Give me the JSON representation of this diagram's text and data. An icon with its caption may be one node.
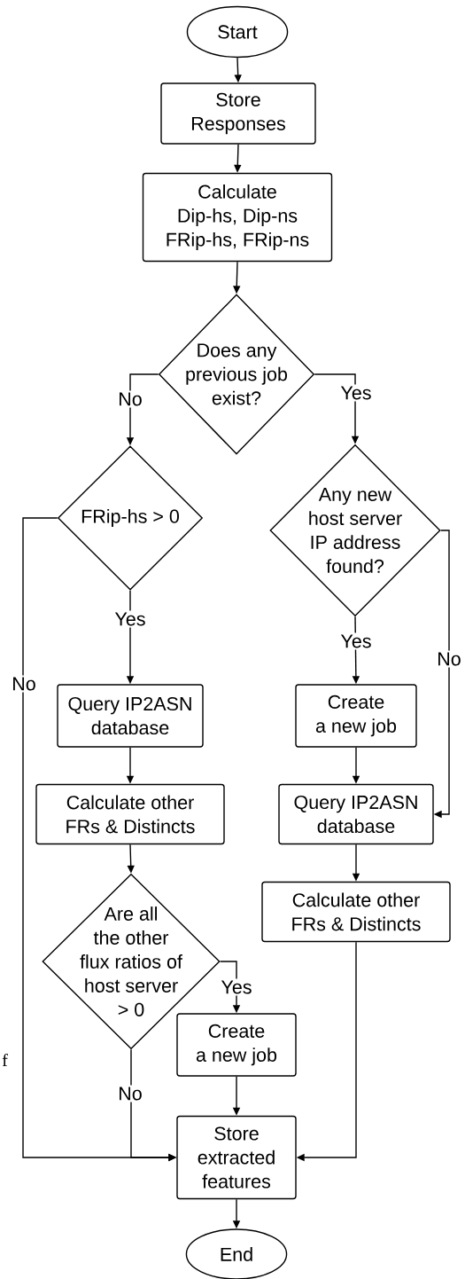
{
  "diagram": {
    "nodes": [
      {
        "text": [
          "Start"
        ]
      },
      {
        "text": [
          "Store Responses"
        ]
      },
      {
        "text": [
          "Calculate Dip-hs, Dip-ns FRip-hs, FRip-ns"
        ]
      },
      {
        "text": [
          "Does any previous job exist?"
        ]
      },
      {
        "text": [
          "FRip-hs > 0"
        ]
      },
      {
        "text": [
          "Any new host server IP address found?"
        ]
      },
      {
        "text": [
          "Query IP2ASN database"
        ]
      },
      {
        "text": [
          "Calculate other FRs & Distincts"
        ]
      },
      {
        "text": [
          "Are all the other flux ratios of host server > 0"
        ]
      },
      {
        "text": [
          "Create a new job"
        ]
      },
      {
        "text": [
          "Create a new job"
        ]
      },
      {
        "text": [
          "Query IP2ASN database"
        ]
      },
      {
        "text": [
          "Calculate other FRs & Distincts"
        ]
      },
      {
        "text": [
          "Store extracted features"
        ]
      },
      {
        "text": [
          "End"
        ]
      }
    ],
    "edges": [
      {
        "from": 0,
        "to": 1,
        "arrow": "to"
      },
      {
        "from": 1,
        "to": 2,
        "arrow": "to"
      },
      {
        "from": 2,
        "to": 3,
        "arrow": "to"
      },
      {
        "from": 3,
        "to": 4,
        "arrow": "to",
        "label": "No"
      },
      {
        "from": 3,
        "to": 5,
        "arrow": "to",
        "label": "Yes"
      },
      {
        "from": 4,
        "to": 13,
        "arrow": "to",
        "label": "No"
      },
      {
        "from": 4,
        "to": 6,
        "arrow": "to",
        "label": "Yes"
      },
      {
        "from": 6,
        "to": 7,
        "arrow": "to"
      },
      {
        "from": 7,
        "to": 8,
        "arrow": "to"
      },
      {
        "from": 8,
        "to": 9,
        "arrow": "to",
        "label": "Yes"
      },
      {
        "from": 8,
        "to": 13,
        "arrow": "to",
        "label": "No"
      },
      {
        "from": 9,
        "to": 13,
        "arrow": "to"
      },
      {
        "from": 5,
        "to": 10,
        "arrow": "to",
        "label": "Yes"
      },
      {
        "from": 5,
        "to": 11,
        "arrow": "to",
        "label": "No"
      },
      {
        "from": 10,
        "to": 11,
        "arrow": "to"
      },
      {
        "from": 11,
        "to": 12,
        "arrow": "to"
      },
      {
        "from": 12,
        "to": 13,
        "arrow": "to"
      },
      {
        "from": 13,
        "to": 14,
        "arrow": "to"
      }
    ],
    "labels": [
      "f"
    ]
  }
}
